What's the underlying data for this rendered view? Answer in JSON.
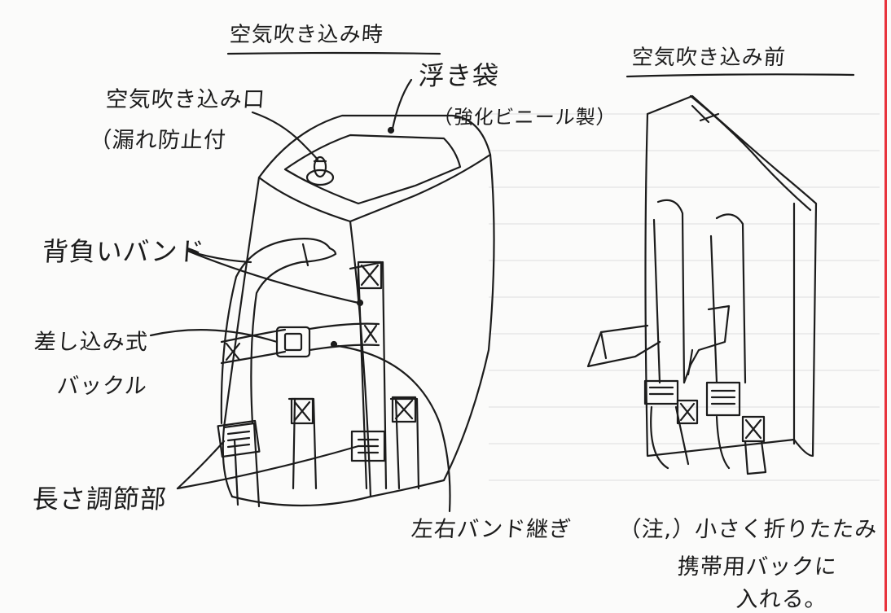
{
  "diagram": {
    "title_inflated": "空気吹き込み時",
    "title_before": "空気吹き込み前",
    "labels": {
      "air_inlet_line1": "空気吹き込み口",
      "air_inlet_line2": "（漏れ防止付",
      "float_bag_line1": "浮き袋",
      "float_bag_line2": "（強化ビニール製）",
      "shoulder_band": "背負いバンド",
      "buckle_line1": "差し込み式",
      "buckle_line2": "バックル",
      "length_adjuster": "長さ調節部",
      "band_joint": "左右バンド継ぎ"
    },
    "note": {
      "line1": "（注,）小さく折りたたみ",
      "line2": "携帯用バックに",
      "line3": "入れる。"
    }
  },
  "colors": {
    "ink": "#1c1c1c",
    "paper": "#fbfbfa",
    "ruled": "#c9c9cc",
    "margin": "#e8333d"
  }
}
